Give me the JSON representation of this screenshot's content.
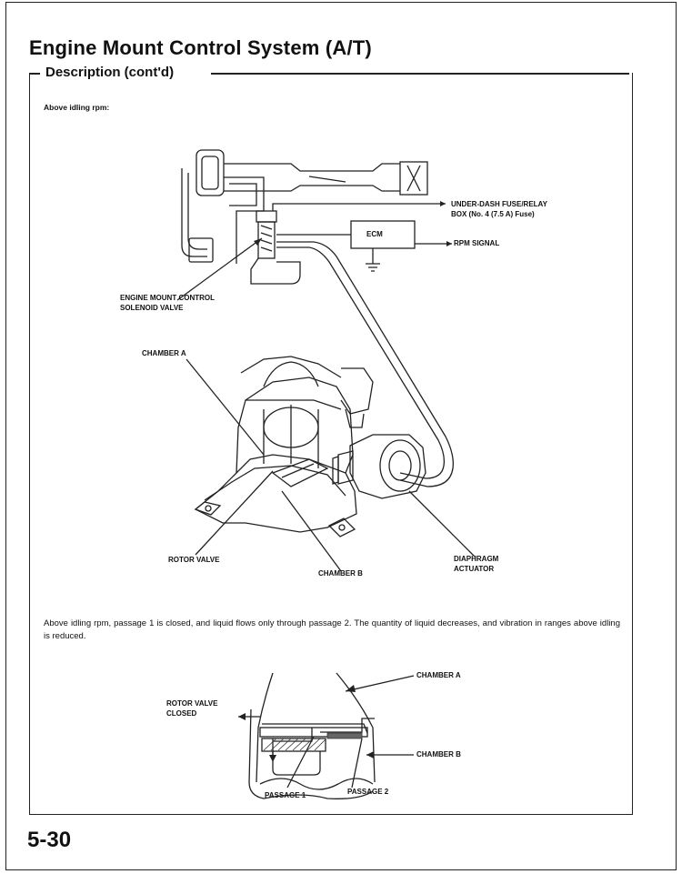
{
  "header": {
    "title": "Engine Mount Control System (A/T)",
    "section": "Description (cont'd)"
  },
  "intro_label": "Above idling rpm:",
  "diagram_top": {
    "labels": {
      "fuse_box_line1": "UNDER-DASH FUSE/RELAY",
      "fuse_box_line2": "BOX (No. 4 (7.5 A) Fuse)",
      "ecm": "ECM",
      "rpm_signal": "RPM SIGNAL",
      "solenoid_line1": "ENGINE MOUNT CONTROL",
      "solenoid_line2": "SOLENOID VALVE",
      "chamber_a": "CHAMBER A",
      "rotor_valve": "ROTOR VALVE",
      "chamber_b": "CHAMBER B",
      "actuator_line1": "DIAPHRAGM",
      "actuator_line2": "ACTUATOR"
    }
  },
  "body_text": "Above idling rpm, passage 1 is closed, and liquid flows only through passage 2. The quantity of liquid decreases, and vibration in ranges above idling is reduced.",
  "diagram_bottom": {
    "labels": {
      "chamber_a": "CHAMBER A",
      "rotor_valve_line1": "ROTOR VALVE",
      "rotor_valve_line2": "CLOSED",
      "chamber_b": "CHAMBER B",
      "passage_1": "PASSAGE 1",
      "passage_2": "PASSAGE 2"
    }
  },
  "footer": {
    "page_number": "5-30"
  }
}
